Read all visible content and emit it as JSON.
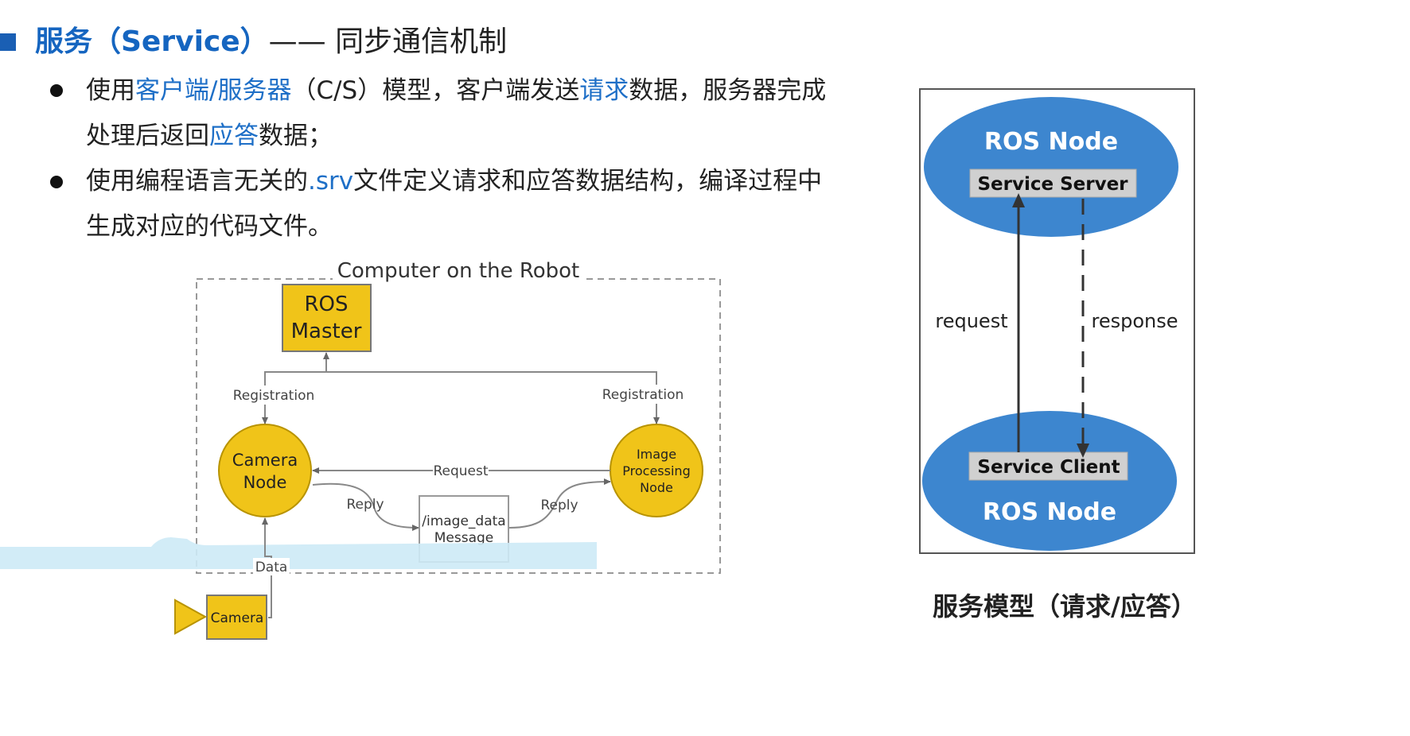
{
  "heading": {
    "highlight": "服务（Service）",
    "rest": "—— 同步通信机制"
  },
  "bullets": [
    {
      "line1": [
        {
          "t": "使用",
          "c": "n"
        },
        {
          "t": "客户端/服务器",
          "c": "b"
        },
        {
          "t": "（C/S）模型，客户端发送",
          "c": "n"
        },
        {
          "t": "请求",
          "c": "b"
        },
        {
          "t": "数据，服务器完成",
          "c": "n"
        }
      ],
      "line2": [
        {
          "t": "处理后返回",
          "c": "n"
        },
        {
          "t": "应答",
          "c": "b"
        },
        {
          "t": "数据；",
          "c": "n"
        }
      ]
    },
    {
      "line1": [
        {
          "t": "使用编程语言无关的",
          "c": "n"
        },
        {
          "t": ".srv",
          "c": "b"
        },
        {
          "t": "文件定义请求和应答数据结构，编译过程中",
          "c": "n"
        }
      ],
      "line2": [
        {
          "t": "生成对应的代码文件。",
          "c": "n"
        }
      ]
    }
  ],
  "robot_diagram": {
    "frame_label": "Computer on the Robot",
    "master_line1": "ROS",
    "master_line2": "Master",
    "registration_left": "Registration",
    "registration_right": "Registration",
    "camera_node_line1": "Camera",
    "camera_node_line2": "Node",
    "image_node_line1": "Image",
    "image_node_line2": "Processing",
    "image_node_line3": "Node",
    "request": "Request",
    "reply_left": "Reply",
    "reply_right": "Reply",
    "message_line1": "/image_data",
    "message_line2": "Message",
    "data": "Data",
    "camera": "Camera"
  },
  "service_diagram": {
    "server_node": "ROS Node",
    "server_label": "Service Server",
    "client_label": "Service Client",
    "client_node": "ROS Node",
    "request": "request",
    "response": "response"
  },
  "caption": "服务模型（请求/应答）",
  "colors": {
    "accent_blue": "#1e6fc7",
    "node_yellow": "#f0c419",
    "ellipse_blue": "#3d86cf"
  }
}
